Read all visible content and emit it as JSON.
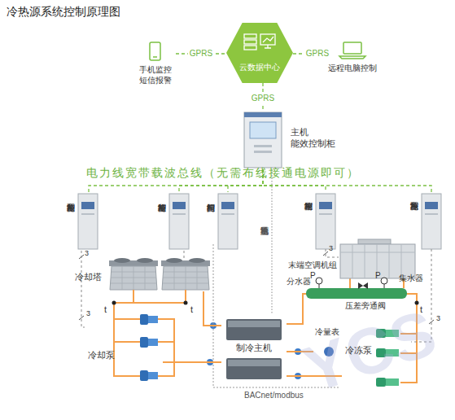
{
  "diagram": {
    "title": "冷热源系统控制原理图",
    "nodes": [
      {
        "text": [
          "手机监控 短信报警"
        ]
      },
      {
        "text": [
          "云数据中心"
        ]
      },
      {
        "text": [
          "远程电脑控制"
        ]
      },
      {
        "text": [
          "主机 能效控制柜"
        ]
      },
      {
        "text": [
          "冷却泵控制柜"
        ]
      },
      {
        "text": [
          "冷却塔控制柜"
        ]
      },
      {
        "text": [
          "阀门控制柜"
        ]
      },
      {
        "text": [
          "末端控制柜"
        ]
      },
      {
        "text": [
          "冷冻泵控制柜"
        ]
      },
      {
        "text": [
          "末端空调机组"
        ]
      },
      {
        "text": [
          "冷却塔"
        ]
      },
      {
        "text": [
          "分水器"
        ]
      },
      {
        "text": [
          "集水器"
        ]
      },
      {
        "text": [
          "压差旁通阀"
        ]
      },
      {
        "text": [
          "冷却泵"
        ]
      },
      {
        "text": [
          "冷量表"
        ]
      },
      {
        "text": [
          "制冷主机"
        ]
      },
      {
        "text": [
          "冷冻泵"
        ]
      }
    ],
    "edges": [
      {
        "from": 0,
        "to": 1,
        "arrow": "none",
        "label": "GPRS"
      },
      {
        "from": 1,
        "to": 2,
        "arrow": "none",
        "label": "GPRS"
      },
      {
        "from": 1,
        "to": 3,
        "arrow": "none",
        "label": "GPRS"
      },
      {
        "from": 3,
        "to": 4,
        "arrow": "none"
      },
      {
        "from": 3,
        "to": 5,
        "arrow": "none"
      },
      {
        "from": 3,
        "to": 6,
        "arrow": "none"
      },
      {
        "from": 3,
        "to": 7,
        "arrow": "none"
      },
      {
        "from": 3,
        "to": 8,
        "arrow": "none"
      },
      {
        "from": 3,
        "to": 16,
        "arrow": "none",
        "label": "制冷主机通讯"
      },
      {
        "from": 5,
        "to": 10,
        "arrow": "none"
      },
      {
        "from": 4,
        "to": 14,
        "arrow": "none"
      },
      {
        "from": 7,
        "to": 9,
        "arrow": "none"
      },
      {
        "from": 8,
        "to": 17,
        "arrow": "none"
      },
      {
        "from": 10,
        "to": 16,
        "arrow": "none"
      },
      {
        "from": 14,
        "to": 16,
        "arrow": "none"
      },
      {
        "from": 16,
        "to": 15,
        "arrow": "none"
      },
      {
        "from": 17,
        "to": 16,
        "arrow": "none"
      }
    ],
    "labels": [
      "电力线宽带载波总线（无需布线接通电源即可）",
      "3",
      "3",
      "3",
      "3",
      "t",
      "t",
      "t",
      "P",
      "P",
      "BACnet/modbus",
      "YCS"
    ]
  }
}
